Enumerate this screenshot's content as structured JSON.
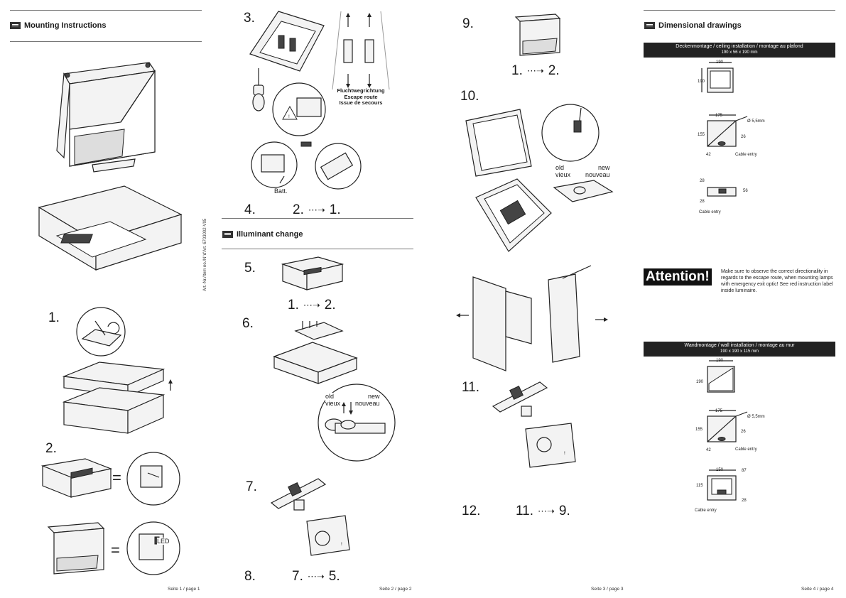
{
  "panel1": {
    "title": "Mounting Instructions",
    "steps": [
      "1.",
      "2."
    ],
    "equals": [
      "=",
      "="
    ],
    "led_label": "LED",
    "vertical_text": "Art.-Nr./Item no./N°d'Art. 6703002-V05",
    "footer": "Seite 1 / page 1"
  },
  "panel2": {
    "step3": "3.",
    "escape_de": "Fluchtwegrichtung",
    "escape_en": "Escape route",
    "escape_fr": "Issue de secours",
    "batt": "Batt.",
    "step4": "4.",
    "step4_seq_a": "2.",
    "step4_seq_b": "1.",
    "title": "Illuminant change",
    "step5": "5.",
    "step5_seq_a": "1.",
    "step5_seq_b": "2.",
    "step6": "6.",
    "old": "old",
    "old_fr": "vieux",
    "new": "new",
    "new_fr": "nouveau",
    "step7": "7.",
    "step8": "8.",
    "step8_seq_a": "7.",
    "step8_seq_b": "5.",
    "footer": "Seite 2 / page 2"
  },
  "panel3": {
    "step9": "9.",
    "step9_seq_a": "1.",
    "step9_seq_b": "2.",
    "step10": "10.",
    "old": "old",
    "old_fr": "vieux",
    "new": "new",
    "new_fr": "nouveau",
    "step11": "11.",
    "step12": "12.",
    "step12_seq_a": "11.",
    "step12_seq_b": "9.",
    "footer": "Seite 3 / page 3"
  },
  "panel4": {
    "title": "Dimensional drawings",
    "ceiling_bar": "Deckenmontage / ceiling installation / montage au plafond",
    "ceiling_dims": "190 x 56 x 190 mm",
    "c_w": "190",
    "c_h": "190",
    "c_hole_w": "175",
    "c_hole_d": "Ø 5,5mm",
    "c_hole_h": "155",
    "c_26": "26",
    "c_42": "42",
    "cable_entry": "Cable entry",
    "c_28a": "28",
    "c_28b": "28",
    "c_56": "56",
    "attention": "Attention!",
    "attention_text": "Make sure to observe the correct directionality in regards to the escape route, when mounting lamps with emergency exit optic! See red instruction label inside luminaire.",
    "wall_bar": "Wandmontage / wall installation / montage au mur",
    "wall_dims": "190 x 190 x 115 mm",
    "w_w": "190",
    "w_h": "190",
    "w_hole_w": "175",
    "w_hole_d": "Ø 5,5mm",
    "w_hole_h": "155",
    "w_26": "26",
    "w_42": "42",
    "w_150": "150",
    "w_87": "87",
    "w_115": "115",
    "w_28": "28",
    "footer": "Seite 4 / page 4"
  }
}
